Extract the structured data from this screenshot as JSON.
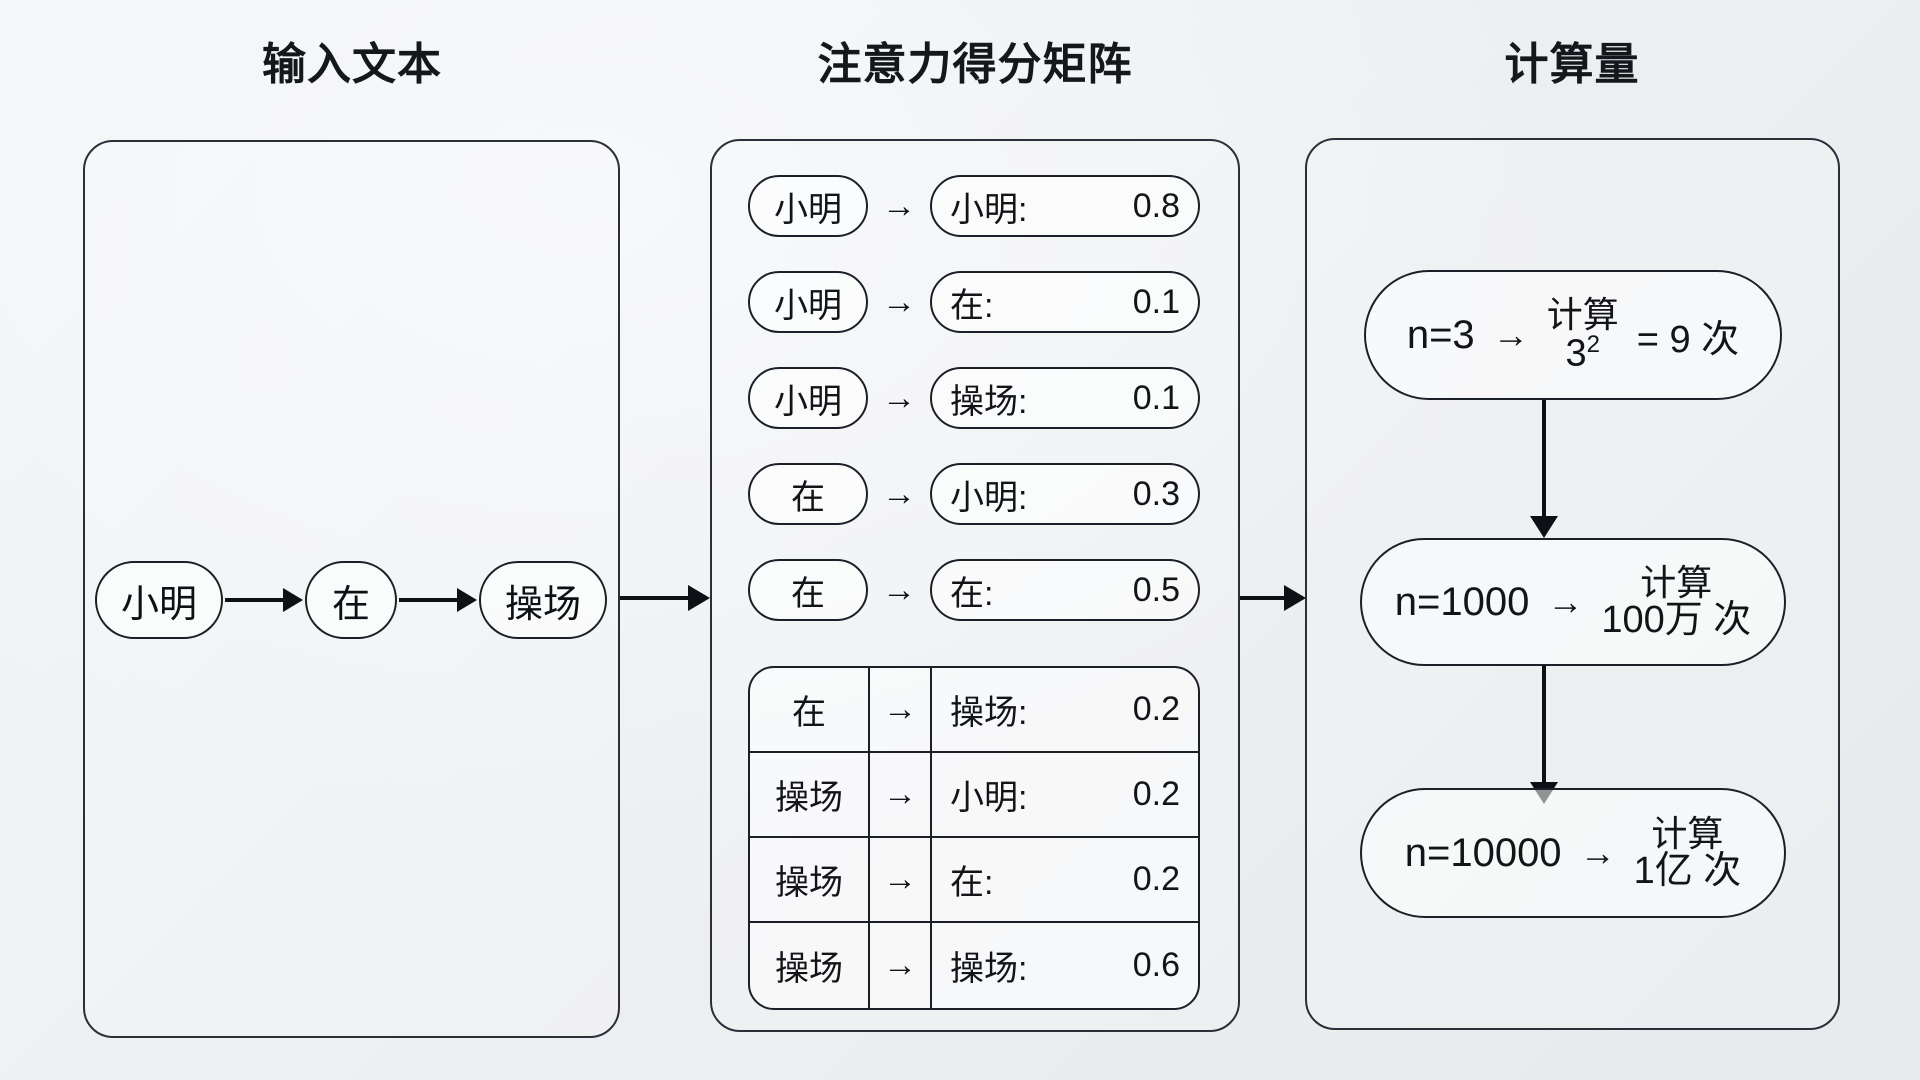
{
  "panels": {
    "input": {
      "title": "输入文本"
    },
    "attention": {
      "title": "注意力得分矩阵"
    },
    "compute": {
      "title": "计算量"
    }
  },
  "input_sequence": {
    "tokens": [
      "小明",
      "在",
      "操场"
    ],
    "arrow_glyph": "→"
  },
  "attention_matrix": {
    "arrow_glyph": "→",
    "pill_rows": [
      {
        "source": "小明",
        "target": "小明:",
        "score": "0.8"
      },
      {
        "source": "小明",
        "target": "在:",
        "score": "0.1"
      },
      {
        "source": "小明",
        "target": "操场:",
        "score": "0.1"
      },
      {
        "source": "在",
        "target": "小明:",
        "score": "0.3"
      },
      {
        "source": "在",
        "target": "在:",
        "score": "0.5"
      }
    ],
    "grid_rows": [
      {
        "source": "在",
        "target": "操场:",
        "score": "0.2"
      },
      {
        "source": "操场",
        "target": "小明:",
        "score": "0.2"
      },
      {
        "source": "操场",
        "target": "在:",
        "score": "0.2"
      },
      {
        "source": "操场",
        "target": "操场:",
        "score": "0.6"
      }
    ]
  },
  "compute_steps": [
    {
      "n_label": "n=3",
      "arrow_glyph": "→",
      "frac_top": "计算",
      "frac_bot_base": "3",
      "frac_bot_sup": "2",
      "tail": "= 9 次"
    },
    {
      "n_label": "n=1000",
      "arrow_glyph": "→",
      "frac_top": "计算",
      "frac_bot": "100万 次"
    },
    {
      "n_label": "n=10000",
      "arrow_glyph": "→",
      "frac_top": "计算",
      "frac_bot": "1亿 次"
    }
  ],
  "flow_arrows": {
    "input_to_attention": "→",
    "attention_to_compute": "→",
    "step_down": "↓"
  },
  "colors": {
    "stroke": "#1b1f27",
    "text": "#0d1014",
    "panel_border": "#2a2f3a",
    "background_start": "#f3f5f7",
    "background_end": "#e7e9ec"
  }
}
